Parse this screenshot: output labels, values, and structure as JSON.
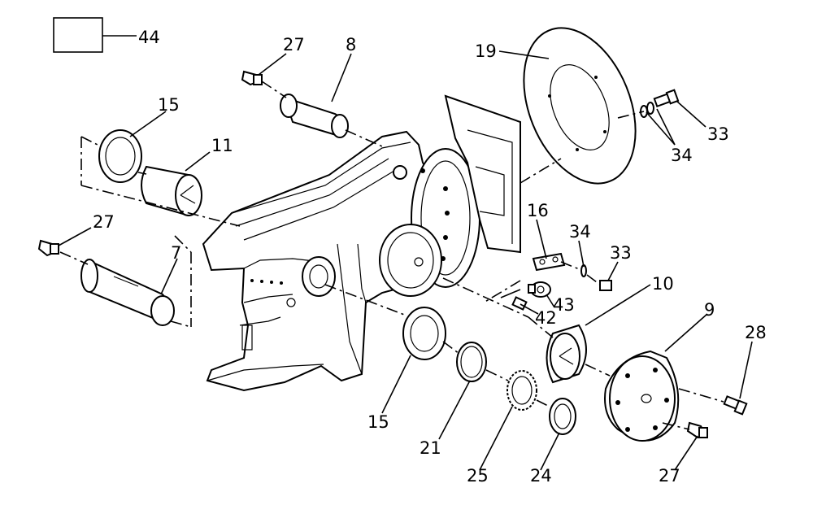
{
  "diagram": {
    "box_label": "44",
    "callouts": {
      "p27a": "27",
      "p8": "8",
      "p19": "19",
      "p15a": "15",
      "p11": "11",
      "p33a": "33",
      "p34a": "34",
      "p27b": "27",
      "p7": "7",
      "p16": "16",
      "p34b": "34",
      "p33b": "33",
      "p10": "10",
      "p43": "43",
      "p42": "42",
      "p9": "9",
      "p28": "28",
      "p15b": "15",
      "p21": "21",
      "p25": "25",
      "p24": "24",
      "p27c": "27"
    }
  }
}
